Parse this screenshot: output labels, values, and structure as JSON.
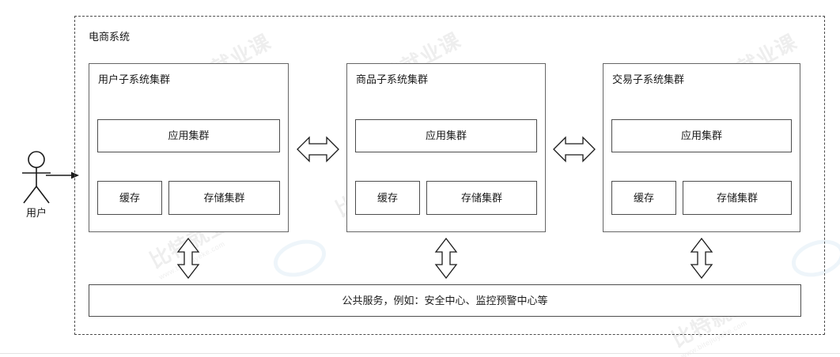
{
  "diagram": {
    "actor": {
      "label": "用户",
      "icon": "stick-figure-actor-icon",
      "arrow_icon": "arrow-right-icon"
    },
    "system": {
      "title": "电商系统",
      "boundary_style": "dashed"
    },
    "subsystems": [
      {
        "title": "用户子系统集群",
        "app_cluster": "应用集群",
        "cache": "缓存",
        "storage": "存储集群"
      },
      {
        "title": "商品子系统集群",
        "app_cluster": "应用集群",
        "cache": "缓存",
        "storage": "存储集群"
      },
      {
        "title": "交易子系统集群",
        "app_cluster": "应用集群",
        "cache": "缓存",
        "storage": "存储集群"
      }
    ],
    "connectors": {
      "horizontal_icon": "double-headed-horizontal-arrow-icon",
      "vertical_icon": "double-headed-vertical-arrow-icon"
    },
    "shared_services": {
      "label": "公共服务，例如：安全中心、监控预警中心等"
    },
    "colors": {
      "text": "#1a1a1a",
      "box_border": "#4d4d4d",
      "subsystem_border": "#666666",
      "boundary_border": "#4d4d4d",
      "background": "#ffffff",
      "bottom_rule": "#e3e3e3"
    },
    "watermarks": [
      {
        "text": "比特就业课",
        "sub": "www.bitejiuyeke.com"
      }
    ]
  }
}
